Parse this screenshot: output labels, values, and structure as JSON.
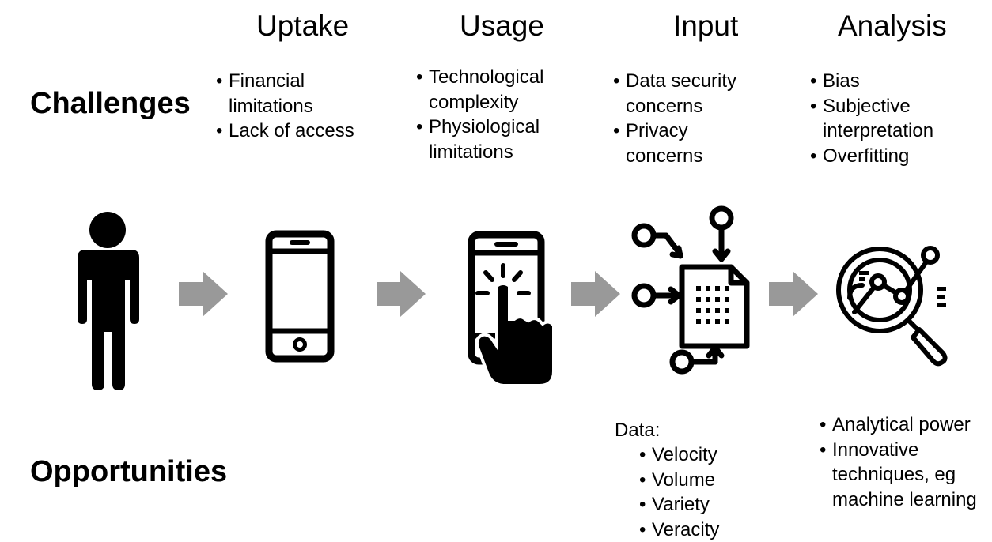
{
  "stages": [
    {
      "title": "Uptake"
    },
    {
      "title": "Usage"
    },
    {
      "title": "Input"
    },
    {
      "title": "Analysis"
    }
  ],
  "rows": {
    "challenges": "Challenges",
    "opportunities": "Opportunities"
  },
  "challenges": {
    "uptake": [
      "Financial\nlimitations",
      "Lack of access"
    ],
    "usage": [
      "Technological\ncomplexity",
      "Physiological\nlimitations"
    ],
    "input": [
      "Data security\nconcerns",
      "Privacy\nconcerns"
    ],
    "analysis": [
      "Bias",
      "Subjective\ninterpretation",
      "Overfitting"
    ]
  },
  "opportunities": {
    "input_heading": "Data:",
    "input": [
      "Velocity",
      "Volume",
      "Variety",
      "Veracity"
    ],
    "analysis": [
      "Analytical power",
      "Innovative\ntechniques, eg\nmachine learning"
    ]
  },
  "icons": [
    "person-icon",
    "smartphone-icon",
    "touchscreen-tap-icon",
    "data-inputs-document-icon",
    "analytics-magnifier-icon"
  ],
  "colors": {
    "icon": "#000000",
    "arrow": "#999999"
  }
}
